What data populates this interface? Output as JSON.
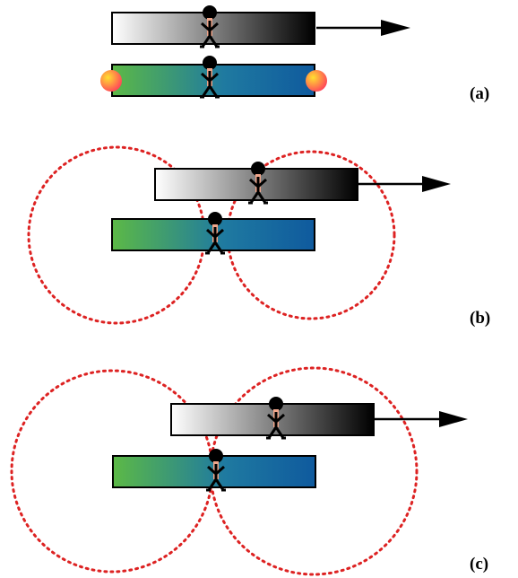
{
  "panels": [
    {
      "label": "(a)"
    },
    {
      "label": "(b)"
    },
    {
      "label": "(c)"
    }
  ],
  "colors": {
    "moving_bar_gradient": [
      "#ffffff",
      "#000000"
    ],
    "static_bar_gradient": [
      "#5cb946",
      "#1f7aa0",
      "#0f5a9e"
    ],
    "circle_stroke": "#dd2222",
    "end_dot_gradient": [
      "#ffe030",
      "#ff3a5c"
    ],
    "person_skin": "#f0a58a",
    "outline": "#000000"
  },
  "icons": {
    "person": "stick-figure-icon",
    "arrow": "arrow-right-icon",
    "end_dot": "light-dot-icon",
    "range": "dotted-circle"
  }
}
